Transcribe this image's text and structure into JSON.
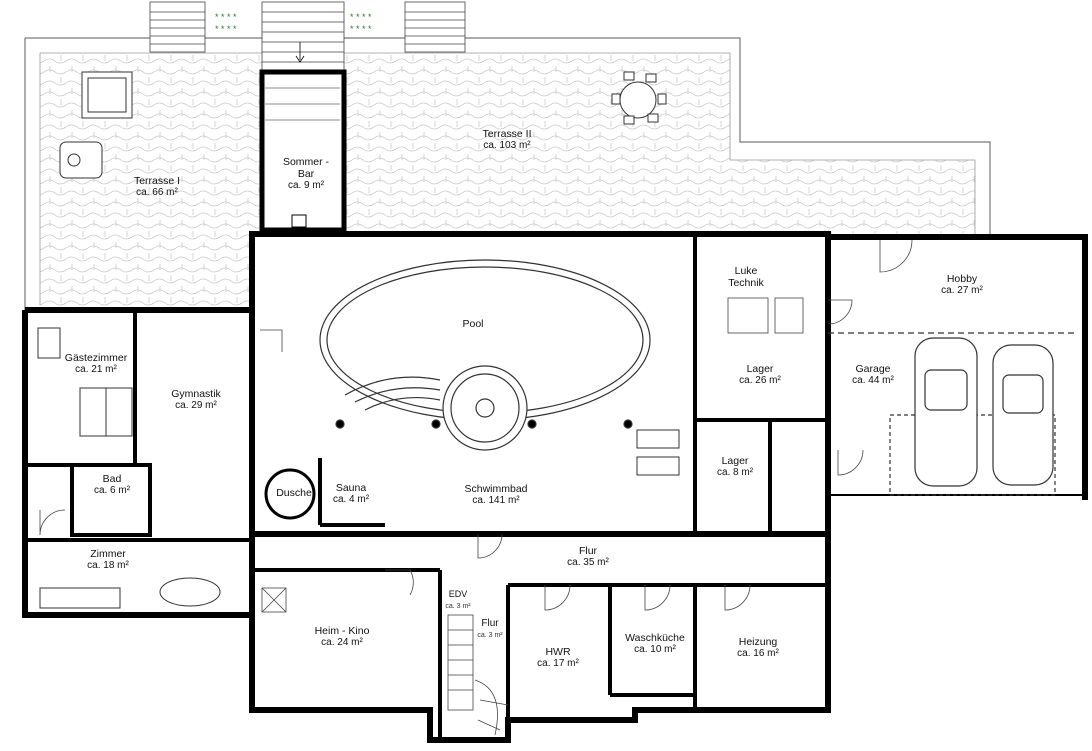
{
  "plan": {
    "rooms": [
      {
        "id": "terrasse-1",
        "name": "Terrasse I",
        "area": "ca. 66 m²"
      },
      {
        "id": "terrasse-2",
        "name": "Terrasse II",
        "area": "ca. 103 m²"
      },
      {
        "id": "sommer-bar",
        "name": "Sommer -\nBar",
        "area": "ca. 9 m²"
      },
      {
        "id": "pool",
        "name": "Pool",
        "area": ""
      },
      {
        "id": "schwimmbad",
        "name": "Schwimmbad",
        "area": "ca. 141 m²"
      },
      {
        "id": "luke-technik",
        "name": "Luke\nTechnik",
        "area": ""
      },
      {
        "id": "lager-26",
        "name": "Lager",
        "area": "ca. 26 m²"
      },
      {
        "id": "hobby",
        "name": "Hobby",
        "area": "ca. 27 m²"
      },
      {
        "id": "garage",
        "name": "Garage",
        "area": "ca. 44 m²"
      },
      {
        "id": "lager-8",
        "name": "Lager",
        "area": "ca. 8 m²"
      },
      {
        "id": "gaestezimmer",
        "name": "Gästezimmer",
        "area": "ca. 21 m²"
      },
      {
        "id": "gymnastik",
        "name": "Gymnastik",
        "area": "ca. 29 m²"
      },
      {
        "id": "bad",
        "name": "Bad",
        "area": "ca. 6 m²"
      },
      {
        "id": "dusche",
        "name": "Dusche",
        "area": ""
      },
      {
        "id": "sauna",
        "name": "Sauna",
        "area": "ca. 4 m²"
      },
      {
        "id": "zimmer",
        "name": "Zimmer",
        "area": "ca. 18 m²"
      },
      {
        "id": "flur-35",
        "name": "Flur",
        "area": "ca. 35 m²"
      },
      {
        "id": "heim-kino",
        "name": "Heim - Kino",
        "area": "ca. 24 m²"
      },
      {
        "id": "edv",
        "name": "EDV",
        "area": "ca. 3 m²"
      },
      {
        "id": "flur-3",
        "name": "Flur",
        "area": "ca. 3 m²"
      },
      {
        "id": "hwr",
        "name": "HWR",
        "area": "ca. 17 m²"
      },
      {
        "id": "waschkueche",
        "name": "Waschküche",
        "area": "ca. 10 m²"
      },
      {
        "id": "heizung",
        "name": "Heizung",
        "area": "ca. 16 m²"
      }
    ]
  }
}
